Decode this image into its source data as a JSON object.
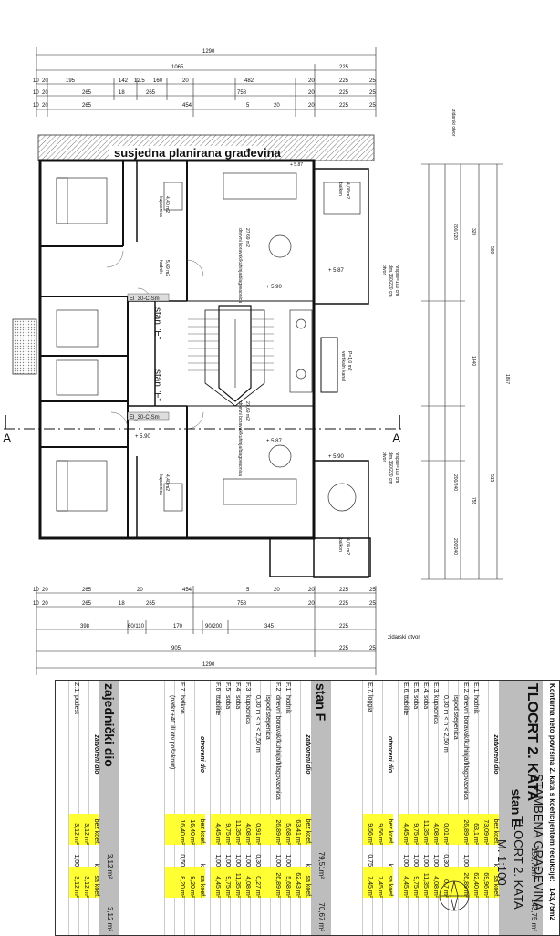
{
  "plan": {
    "top_dims_row1": [
      "1290"
    ],
    "top_dims_row2": [
      "1065",
      "225"
    ],
    "top_dims_row3": [
      "10",
      "20",
      "195",
      "142",
      "12.5",
      "160",
      "20",
      "482",
      "20",
      "225",
      "25"
    ],
    "top_dims_row4": [
      "10",
      "20",
      "265",
      "18",
      "265",
      "758",
      "20",
      "225",
      "25"
    ],
    "top_dims_row5": [
      "10",
      "20",
      "265",
      "454",
      "5",
      "20",
      "20",
      "225",
      "25"
    ],
    "bottom_dims_row1": [
      "10",
      "20",
      "265",
      "20",
      "454",
      "5",
      "20",
      "20",
      "225",
      "25"
    ],
    "bottom_dims_row2": [
      "10",
      "20",
      "265",
      "18",
      "265",
      "758",
      "20",
      "225",
      "25"
    ],
    "bottom_dims_row3": [
      "398",
      "60/110",
      "170",
      "90/200",
      "345",
      "225"
    ],
    "bottom_dims_row4": [
      "905",
      "225",
      "25"
    ],
    "bottom_dims_row5": [
      "1290"
    ],
    "neighbour_label": "susjedna planirana građevina",
    "section_left": "A",
    "section_right": "A",
    "stair_label_e": "stan \"E\"",
    "stair_label_f": "stan \"F\"",
    "corridor_label_top": "El_30-C-Sm",
    "corridor_label_bottom": "El_30-C-Sm",
    "room_labels": [
      "dnevni boravak/kuhinja/blagovaonica",
      "27,69 m2",
      "balkon",
      "4,08 m2",
      "hodnik",
      "5,69 m2",
      "kupaonica",
      "4,40 m2",
      "otvor",
      "dim.360/220 cm",
      "hrspse=100 cm",
      "vertikalni kanal",
      "P=1,0 m2",
      "zidarski otvor",
      "regivna kolektja",
      "+ 5.90",
      "+ 5.87",
      "+ 5.90",
      "+ 5.87",
      "+ 5.87",
      "+ 5.90"
    ],
    "right_dims": [
      "200/220",
      "320",
      "1440",
      "580",
      "515",
      "1857",
      "200/240",
      "755",
      "200/240"
    ]
  },
  "table": {
    "note": "Konturna neto površina 2. kata s koeficijentom redukcije:",
    "note_value": "143,75m2",
    "title": "TLOCRT 2. KATA",
    "stan_e": {
      "name": "stan E",
      "total_bez": "155,72m²",
      "total_sa": "143,75 m²",
      "zatvoreni": "zatvoreni dio",
      "zatv_bez": "73,09 m²",
      "zatv_sa": "69,96 m²",
      "rows": [
        {
          "id": "E.1.",
          "name": "hodnik",
          "bez": "63,1 m²",
          "k": "",
          "sa": "62,40 m²"
        },
        {
          "id": "E.2.",
          "name": "dnevni boravak/kuhinja/blagovaonica",
          "bez": "26,89 m²",
          "k": "1,00",
          "sa": "26,89 m²"
        },
        {
          "id": "",
          "name": "ispod stepenica",
          "bez": "",
          "k": "",
          "sa": ""
        },
        {
          "id": "",
          "name": "0,30 m < h < 2,50 m",
          "bez": "0,01 m²",
          "k": "0,30",
          "sa": "0,7 m²"
        },
        {
          "id": "E.3.",
          "name": "kupaonica",
          "bez": "4,08 m²",
          "k": "1,00",
          "sa": "4,08 m²"
        },
        {
          "id": "E.4.",
          "name": "soba",
          "bez": "11,35 m²",
          "k": "1,00",
          "sa": "11,35 m²"
        },
        {
          "id": "E.5.",
          "name": "soba",
          "bez": "9,75 m²",
          "k": "1,00",
          "sa": "9,75 m²"
        },
        {
          "id": "E.6.",
          "name": "ttabilite",
          "bez": "4,45 m²",
          "k": "1,00",
          "sa": "4,45 m²"
        }
      ],
      "otvoreni": "otvoreni dio",
      "otv_bez": "9,56 m²",
      "otv_sa": "7,45 m²",
      "otv_rows": [
        {
          "id": "E.7.",
          "name": "loggia",
          "bez": "9,56 m²",
          "k": "0,75",
          "sa": "7,45 m²"
        }
      ]
    },
    "stan_f": {
      "name": "stan F",
      "total_bez": "79,51m²",
      "total_sa": "70,67 m²",
      "zatvoreni": "zatvoreni dio",
      "zatv_bez": "63,41 m²",
      "zatv_sa": "62,43 m²",
      "rows": [
        {
          "id": "F.1.",
          "name": "hodnik",
          "bez": "5,68 m²",
          "k": "1,00",
          "sa": "5,68 m²"
        },
        {
          "id": "F.2.",
          "name": "dnevni boravak/kuhinja/blagovaonica",
          "bez": "26,89 m²",
          "k": "1,00",
          "sa": "26,89 m²"
        },
        {
          "id": "",
          "name": "ispod stepenica",
          "bez": "",
          "k": "",
          "sa": ""
        },
        {
          "id": "",
          "name": "0,30 m < h < 2,50 m",
          "bez": "0,91 m²",
          "k": "0,30",
          "sa": "0,27 m²"
        },
        {
          "id": "F.3.",
          "name": "kupaonica",
          "bez": "4,08 m²",
          "k": "1,00",
          "sa": "4,08 m²"
        },
        {
          "id": "F.4.",
          "name": "soba",
          "bez": "11,35 m²",
          "k": "1,00",
          "sa": "11,35 m²"
        },
        {
          "id": "F.5.",
          "name": "soba",
          "bez": "9,75 m²",
          "k": "1,00",
          "sa": "9,75 m²"
        },
        {
          "id": "F.6.",
          "name": "ttabilite",
          "bez": "4,45 m²",
          "k": "1,00",
          "sa": "4,45 m²"
        }
      ],
      "otvoreni": "otvoreni dio",
      "otv_bez": "16,40 m²",
      "otv_sa": "8,20 m²",
      "otv_rows": [
        {
          "id": "F.7.",
          "name": "balkon",
          "bez": "16,40 m²",
          "k": "0,50",
          "sa": "8,20 m²"
        },
        {
          "id": "",
          "name": "(natkr.+40 ili otv.pošaknut)",
          "bez": "",
          "k": "",
          "sa": ""
        }
      ]
    },
    "zaj": {
      "name": "zajednički dio",
      "bez": "3,12 m²",
      "sa": "3,12 m²",
      "zatvoreni": "zatvoreni dio",
      "z_bez": "3,12 m²",
      "z_sa": "3,12 m²",
      "rows": [
        {
          "id": "Z.1.",
          "name": "podest",
          "bez": "3,12 m²",
          "k": "1,00",
          "sa": "3,12 m²"
        }
      ]
    },
    "col_bez": "bez koef.",
    "col_k": "k",
    "col_sa": "sa koef."
  },
  "title_block": {
    "project": "STAMBENA GRAĐEVINA",
    "sheet": "TLOCRT 2. KATA",
    "scale": "M. 1:100"
  }
}
